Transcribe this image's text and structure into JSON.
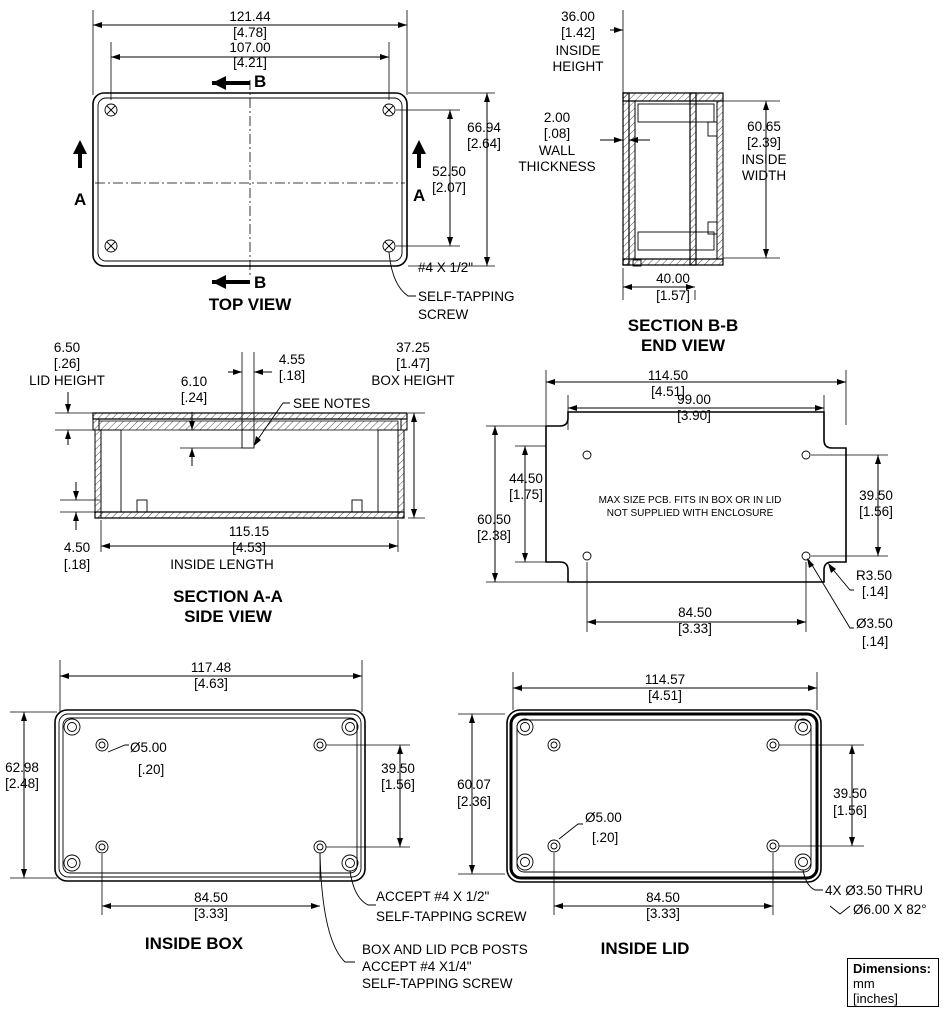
{
  "views": {
    "top_view": "TOP VIEW",
    "section_bb": "SECTION B-B",
    "end_view": "END VIEW",
    "section_aa": "SECTION A-A",
    "side_view": "SIDE VIEW",
    "inside_box": "INSIDE BOX",
    "inside_lid": "INSIDE LID"
  },
  "section_markers": {
    "a": "A",
    "b": "B"
  },
  "top": {
    "overall_w": "121.44",
    "overall_w_in": "[4.78]",
    "hole_w": "107.00",
    "hole_w_in": "[4.21]",
    "overall_h": "66.94",
    "overall_h_in": "[2.64]",
    "hole_h": "52.50",
    "hole_h_in": "[2.07]",
    "screw_1": "#4 X 1/2\"",
    "screw_2": "SELF-TAPPING",
    "screw_3": "SCREW"
  },
  "end": {
    "ih": "36.00",
    "ih_in": "[1.42]",
    "ih_l1": "INSIDE",
    "ih_l2": "HEIGHT",
    "wall": "2.00",
    "wall_in": "[.08]",
    "wall_l1": "WALL",
    "wall_l2": "THICKNESS",
    "iw": "60.65",
    "iw_in": "[2.39]",
    "iw_l1": "INSIDE",
    "iw_l2": "WIDTH",
    "w": "40.00",
    "w_in": "[1.57]"
  },
  "side": {
    "lid": "6.50",
    "lid_in": "[.26]",
    "lid_l": "LID HEIGHT",
    "post": "6.10",
    "post_in": "[.24]",
    "post_w": "4.55",
    "post_w_in": "[.18]",
    "see_notes": "SEE NOTES",
    "box": "37.25",
    "box_in": "[1.47]",
    "box_l": "BOX HEIGHT",
    "il": "115.15",
    "il_in": "[4.53]",
    "il_l": "INSIDE LENGTH",
    "base": "4.50",
    "base_in": "[.18]"
  },
  "pcb": {
    "w": "114.50",
    "w_in": "[4.51]",
    "hw": "99.00",
    "hw_in": "[3.90]",
    "notch": "44.50",
    "notch_in": "[1.75]",
    "h": "60.50",
    "h_in": "[2.38]",
    "hh": "39.50",
    "hh_in": "[1.56]",
    "hb": "84.50",
    "hb_in": "[3.33]",
    "r": "R3.50",
    "r_in": "[.14]",
    "d": "Ø3.50",
    "d_in": "[.14]",
    "note_1": "MAX SIZE PCB. FITS IN BOX OR IN LID",
    "note_2": "NOT SUPPLIED WITH ENCLOSURE"
  },
  "ibox": {
    "w": "117.48",
    "w_in": "[4.63]",
    "h": "62.98",
    "h_in": "[2.48]",
    "d": "Ø5.00",
    "d_in": "[.20]",
    "hh": "39.50",
    "hh_in": "[1.56]",
    "hb": "84.50",
    "hb_in": "[3.33]",
    "acc_1": "ACCEPT #4 X 1/2\"",
    "acc_2": "SELF-TAPPING SCREW",
    "posts_1": "BOX AND LID PCB POSTS",
    "posts_2": "ACCEPT #4 X1/4\"",
    "posts_3": "SELF-TAPPING SCREW"
  },
  "ilid": {
    "w": "114.57",
    "w_in": "[4.51]",
    "h": "60.07",
    "h_in": "[2.36]",
    "d": "Ø5.00",
    "d_in": "[.20]",
    "hh": "39.50",
    "hh_in": "[1.56]",
    "hb": "84.50",
    "hb_in": "[3.33]",
    "thru_1": "4X Ø3.50 THRU",
    "thru_2": "Ø6.00 X 82°"
  },
  "legend": {
    "title": "Dimensions:",
    "unit_1": "mm",
    "unit_2": "[inches]"
  }
}
